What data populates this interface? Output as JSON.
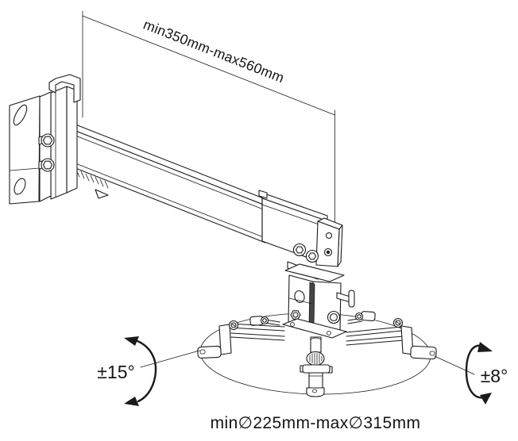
{
  "figure": {
    "description": "Technical line drawing of an extendable projector wall mount with tilt and swivel adjustment",
    "background_color": "#ffffff",
    "line_color": "#1b1b1b",
    "annotations": {
      "arm_extension": "min350mm-max560mm",
      "tilt_angle": "±15°",
      "swivel_angle": "±8°",
      "spider_diameter": "min∅225mm-max∅315mm"
    }
  }
}
